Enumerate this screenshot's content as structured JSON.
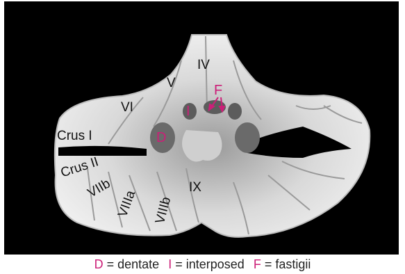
{
  "colors": {
    "background": "#000000",
    "tissue": "#e8e8e8",
    "nucleus_highlight": "#cc1f78",
    "lobule_label": "#111111"
  },
  "lobule_labels": [
    "IV",
    "V",
    "VI",
    "Crus I",
    "Crus II",
    "VIIb",
    "VIIIa",
    "VIIIb",
    "IX"
  ],
  "nucleus_labels": [
    "F",
    "I",
    "D"
  ],
  "legend": [
    {
      "key": "D",
      "text": "= dentate"
    },
    {
      "key": "I",
      "text": "= interposed"
    },
    {
      "key": "F",
      "text": "= fastigii"
    }
  ]
}
